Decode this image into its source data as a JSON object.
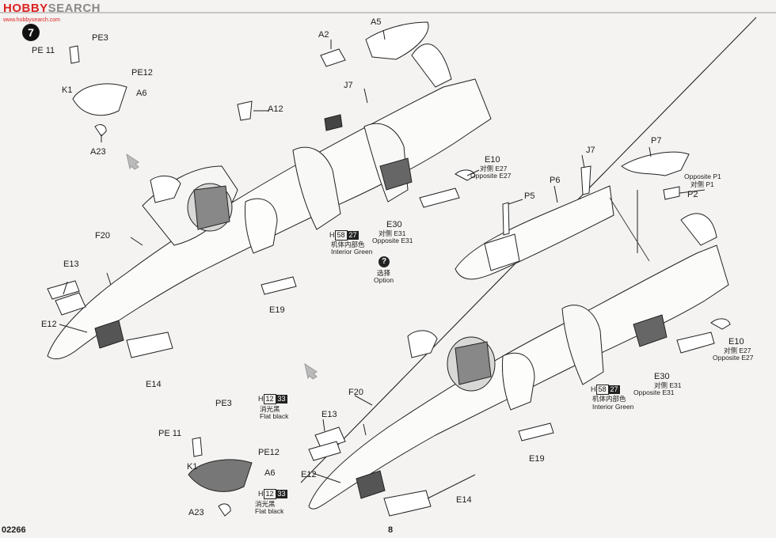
{
  "watermark": {
    "main": "SEARCH",
    "sub": "www.hobbysearch.com"
  },
  "step_number": "7",
  "page": {
    "code": "02266",
    "number": "8"
  },
  "labels": {
    "pe11": "PE 11",
    "pe3": "PE3",
    "pe12": "PE12",
    "k1": "K1",
    "a6": "A6",
    "a23": "A23",
    "a2": "A2",
    "a5": "A5",
    "j7": "J7",
    "a12": "A12",
    "f20": "F20",
    "e13": "E13",
    "e12": "E12",
    "e14": "E14",
    "e19": "E19",
    "e10": "E10",
    "e30": "E30",
    "p5": "P5",
    "p6": "P6",
    "p7": "P7",
    "p1": "P1",
    "p2": "P2",
    "h": "H"
  },
  "texts": {
    "opp_e27_cn": "对侧",
    "opp_e27_num": "E27",
    "opp_e27_en": "Opposite E27",
    "opp_e31_cn": "对侧",
    "opp_e31_num": "E31",
    "opp_e31_en": "Opposite E31",
    "opp_p1_en": "Opposite P1",
    "opp_p1_cn": "对侧",
    "opp_p1_num": "P1",
    "interior_green_cn": "机体内部色",
    "interior_green_en": "Interior Green",
    "flat_black_cn": "消光黑",
    "flat_black_en": "Flat black",
    "option_cn": "选择",
    "option_en": "Option",
    "option_mark": "?"
  },
  "paint_codes": {
    "interior": {
      "box": "58",
      "num": "27"
    },
    "black": {
      "box": "12",
      "num": "33"
    }
  }
}
